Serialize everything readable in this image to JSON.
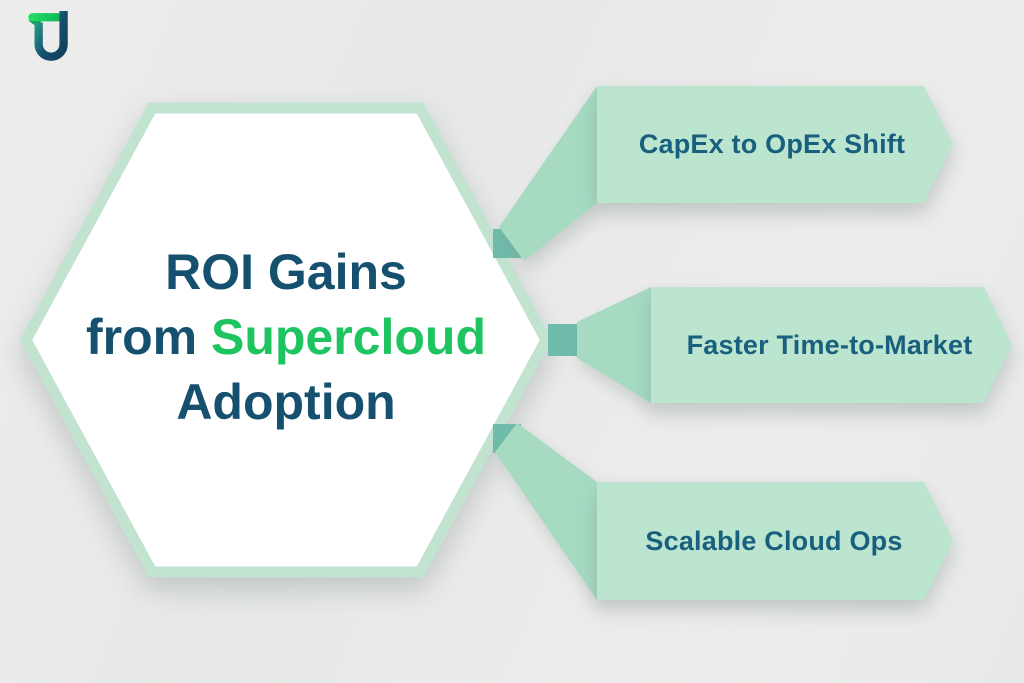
{
  "logo": {
    "name": "TU brand logo",
    "colors": {
      "bar_green": "#1dd35e",
      "fold_green": "#0a9a4d",
      "u_teal": "#2ba58e",
      "u_navy": "#14506e"
    }
  },
  "hexagon": {
    "title": {
      "line1": "ROI Gains",
      "line2_prefix": "from ",
      "line2_highlight": "Supercloud",
      "line3": "Adoption"
    }
  },
  "banners": [
    {
      "position": "top",
      "label": "CapEx to OpEx Shift"
    },
    {
      "position": "middle",
      "label": "Faster Time-to-Market"
    },
    {
      "position": "bottom",
      "label": "Scalable Cloud Ops"
    }
  ],
  "colors": {
    "background": "#e9eaea",
    "hexagon_border": "#c3e3d1",
    "hexagon_fill": "#ffffff",
    "banner_fill": "#bce5cf",
    "funnel_fill": "#a6dbc2",
    "connector_square": "#6fbcab",
    "title_navy": "#15506e",
    "title_green": "#1ec45f",
    "banner_text": "#19607f"
  }
}
